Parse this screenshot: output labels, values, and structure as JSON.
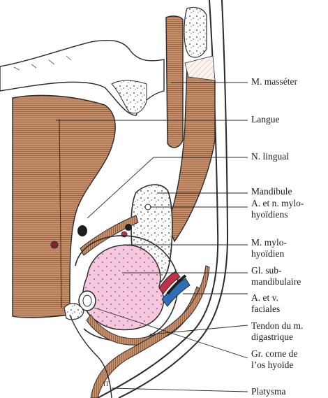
{
  "labels": {
    "masseter": "M. masséter",
    "langue": "Langue",
    "lingual": "N. lingual",
    "mandibule": "Mandibule",
    "mylohyoid_vessels": "A. et n. mylo-\nhyoïdiens",
    "mylohyoid_muscle": "M. mylo-\nhyoïdien",
    "submandibular_gland": "Gl. sub-\nmandibulaire",
    "facial_vessels": "A. et v.\nfaciales",
    "digastric_tendon": "Tendon du m.\ndigastrique",
    "hyoid_horn": "Gr. corne de\nl’os hyoïde",
    "platysma": "Platysma"
  },
  "figure_mark": "IT",
  "colors": {
    "muscle": "#c8906a",
    "gland": "#f6c8e0",
    "artery": "#c0304a",
    "vein": "#2e6fb8",
    "outline": "#2a2a2a"
  }
}
